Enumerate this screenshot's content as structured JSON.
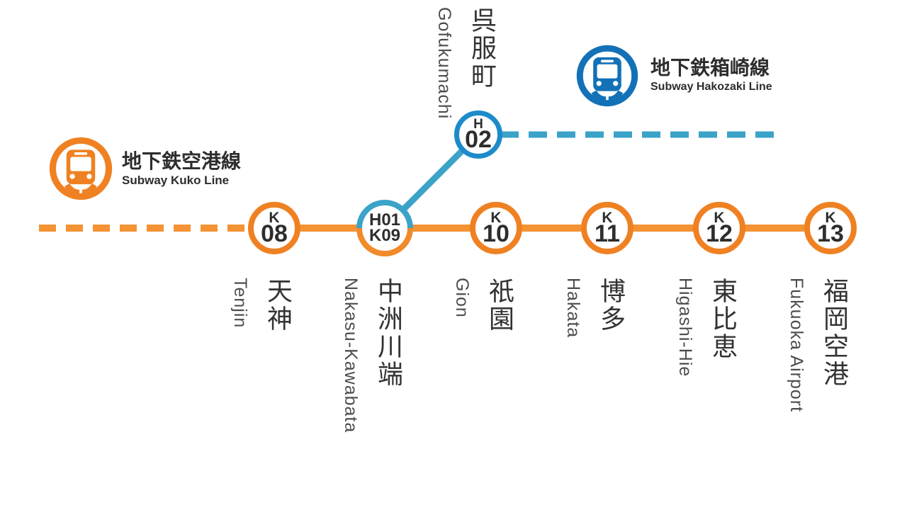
{
  "colors": {
    "kuko_orange": "#EF8122",
    "kuko_line_orange": "#F49333",
    "split_orange": "#F08A2A",
    "hakozaki_blue": "#1271B7",
    "hakozaki_line_teal": "#3BA3C8",
    "h02_border_blue": "#1D8BC9",
    "station_text": "#2D2D2D",
    "label_ja_gray": "#333333",
    "label_en_gray": "#4D4D4D",
    "legend_text": "#2D2D2D"
  },
  "legend": {
    "kuko": {
      "title_ja": "地下鉄空港線",
      "title_en": "Subway Kuko Line"
    },
    "hakozaki": {
      "title_ja": "地下鉄箱崎線",
      "title_en": "Subway Hakozaki Line"
    }
  },
  "branch_station": {
    "code_top": "H",
    "code_num": "02",
    "name_ja": "呉服町",
    "name_en": "Gofukumachi"
  },
  "stations": [
    {
      "code_top": "K",
      "code_num": "08",
      "name_ja": "天神",
      "name_en": "Tenjin"
    },
    {
      "code_top": "H01",
      "code_num": "K09",
      "name_ja": "中洲川端",
      "name_en": "Nakasu-Kawabata"
    },
    {
      "code_top": "K",
      "code_num": "10",
      "name_ja": "祇園",
      "name_en": "Gion"
    },
    {
      "code_top": "K",
      "code_num": "11",
      "name_ja": "博多",
      "name_en": "Hakata"
    },
    {
      "code_top": "K",
      "code_num": "12",
      "name_ja": "東比恵",
      "name_en": "Higashi-Hie"
    },
    {
      "code_top": "K",
      "code_num": "13",
      "name_ja": "福岡空港",
      "name_en": "Fukuoka Airport"
    }
  ]
}
